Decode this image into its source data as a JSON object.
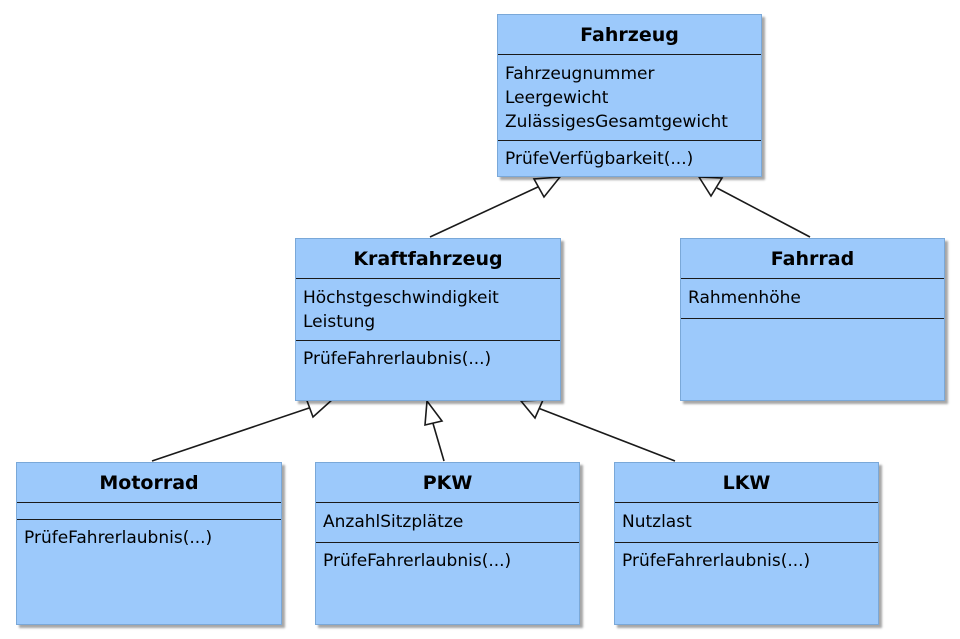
{
  "classes": {
    "fahrzeug": {
      "name": "Fahrzeug",
      "attributes": [
        "Fahrzeugnummer",
        "Leergewicht",
        "ZulässigesGesamtgewicht"
      ],
      "operations": [
        "PrüfeVerfügbarkeit(...)"
      ]
    },
    "kraftfahrzeug": {
      "name": "Kraftfahrzeug",
      "attributes": [
        "Höchstgeschwindigkeit",
        "Leistung"
      ],
      "operations": [
        "PrüfeFahrerlaubnis(...)"
      ]
    },
    "fahrrad": {
      "name": "Fahrrad",
      "attributes": [
        "Rahmenhöhe"
      ],
      "operations": []
    },
    "motorrad": {
      "name": "Motorrad",
      "attributes": [],
      "operations": [
        "PrüfeFahrerlaubnis(...)"
      ]
    },
    "pkw": {
      "name": "PKW",
      "attributes": [
        "AnzahlSitzplätze"
      ],
      "operations": [
        "PrüfeFahrerlaubnis(...)"
      ]
    },
    "lkw": {
      "name": "LKW",
      "attributes": [
        "Nutzlast"
      ],
      "operations": [
        "PrüfeFahrerlaubnis(...)"
      ]
    }
  },
  "generalizations": [
    {
      "child": "kraftfahrzeug",
      "parent": "fahrzeug"
    },
    {
      "child": "fahrrad",
      "parent": "fahrzeug"
    },
    {
      "child": "motorrad",
      "parent": "kraftfahrzeug"
    },
    {
      "child": "pkw",
      "parent": "kraftfahrzeug"
    },
    {
      "child": "lkw",
      "parent": "kraftfahrzeug"
    }
  ],
  "colors": {
    "class_fill": "#9cc9fb",
    "line": "#1a1a1a"
  }
}
